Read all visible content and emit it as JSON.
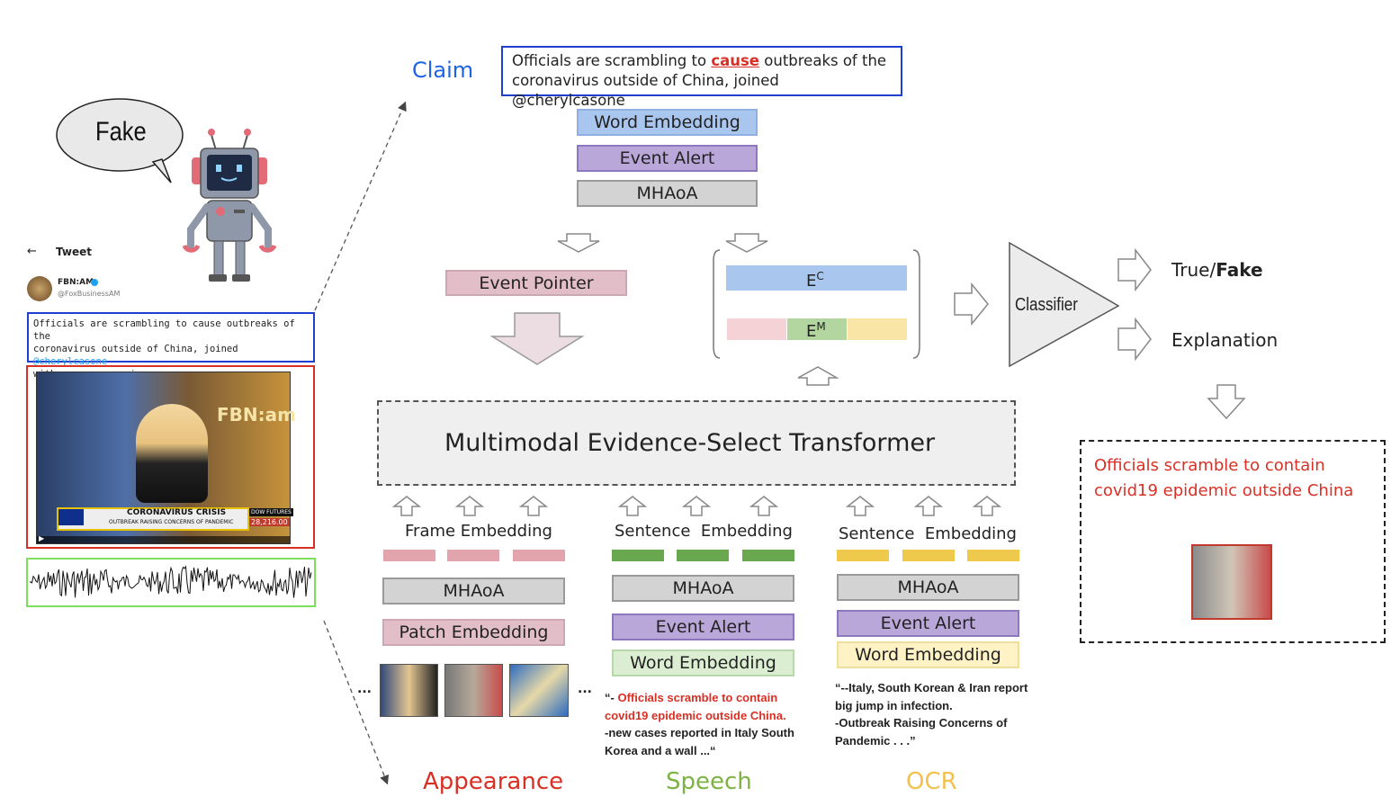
{
  "claim_label": "Claim",
  "claim_box": {
    "text_before": "Officials are scrambling to ",
    "text_highlight": "cause",
    "text_after_line1": " outbreaks of the",
    "line2": "coronavirus outside of China, joined @cherylcasone"
  },
  "claim_stack": [
    "Word Embedding",
    "Event Alert",
    "MHAoA"
  ],
  "event_pointer": "Event Pointer",
  "ec_label": "E",
  "ec_sup": "C",
  "em_label": "E",
  "em_sup": "M",
  "classifier": "Classifier",
  "outputs": {
    "true_text": "True/",
    "fake_text": "Fake",
    "explanation": "Explanation"
  },
  "explanation_text": {
    "line1": "Officials scramble to contain",
    "line2": "covid19 epidemic outside China"
  },
  "transformer": "Multimodal Evidence-Select Transformer",
  "robot_speech": "Fake",
  "tweet": {
    "header": "Tweet",
    "account_name": "FBN:AM",
    "account_handle": "@FoxBusinessAM",
    "text_line1": "Officials are scrambling to cause outbreaks of the",
    "text_line2": "coronavirus outside of China, joined ",
    "mention": "@cherylcasone",
    "text_line3": "with more coronavirus",
    "video_banner": "CORONAVIRUS CRISIS",
    "video_subbanner": "OUTBREAK RAISING CONCERNS OF PANDEMIC",
    "video_ticker": "DOW FUTURES",
    "video_number": "28,216.00",
    "video_logo": "FBN:am"
  },
  "appearance": {
    "title": "Appearance",
    "embedding": "Frame Embedding",
    "stack": [
      "MHAoA",
      "Patch Embedding"
    ],
    "ellipsis": "..."
  },
  "speech": {
    "title": "Speech",
    "embedding": "Sentence  Embedding",
    "stack": [
      "MHAoA",
      "Event Alert",
      "Word Embedding"
    ],
    "quote_open": "“- ",
    "quote_red1": "Officials scramble to contain",
    "quote_red2": "covid19 epidemic outside China.",
    "quote_line3": "-new cases reported in Italy South",
    "quote_line4": "Korea and a wall  ...“"
  },
  "ocr": {
    "title": "OCR",
    "embedding": "Sentence  Embedding",
    "stack": [
      "MHAoA",
      "Event Alert",
      "Word Embedding"
    ],
    "quote_line1": "“--Italy, South Korean & Iran report",
    "quote_line2": "big jump in infection.",
    "quote_line3": "-Outbreak Raising Concerns of",
    "quote_line4": "Pandemic . . .”"
  },
  "colors": {
    "claim_blue": "#1e63e6",
    "red": "#d93025",
    "speech_green": "#7cb342",
    "ocr_yellow": "#f2c14e",
    "appearance_red": "#d93025"
  }
}
